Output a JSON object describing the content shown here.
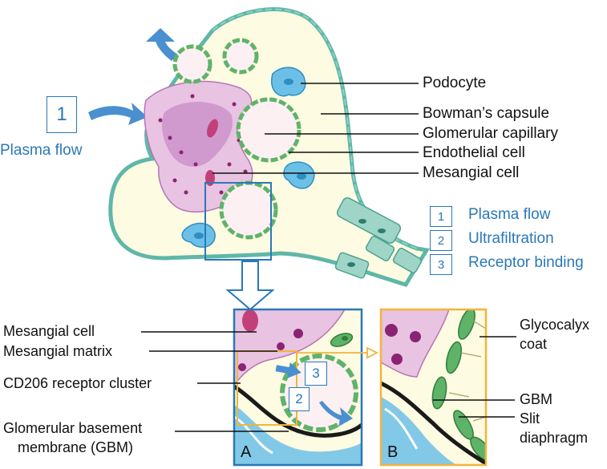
{
  "top_labels": {
    "podocyte": "Podocyte",
    "bowmans_capsule": "Bowman’s capsule",
    "glomerular_capillary": "Glomerular capillary",
    "endothelial_cell": "Endothelial cell",
    "mesangial_cell": "Mesangial cell"
  },
  "plasma_flow": {
    "number": "1",
    "label": "Plasma flow"
  },
  "legend": [
    {
      "number": "1",
      "label": "Plasma flow"
    },
    {
      "number": "2",
      "label": "Ultrafiltration"
    },
    {
      "number": "3",
      "label": "Receptor binding"
    }
  ],
  "panel_a": {
    "letter": "A",
    "labels": {
      "mesangial_cell": "Mesangial cell",
      "mesangial_matrix": "Mesangial matrix",
      "cd206": "CD206 receptor cluster",
      "gbm_line1": "Glomerular basement",
      "gbm_line2": "membrane (GBM)"
    },
    "box_numbers": [
      "3",
      "2"
    ]
  },
  "panel_b": {
    "letter": "B",
    "labels": {
      "glycocalyx_line1": "Glycocalyx",
      "glycocalyx_line2": "coat",
      "gbm": "GBM",
      "slit_line1": "Slit",
      "slit_line2": "diaphragm"
    }
  },
  "colors": {
    "accent_blue": "#2a78b8",
    "arrow_blue": "#4a8fd0",
    "capsule_teal": "#5fb7a8",
    "capsule_fill": "#fdfbe1",
    "mesangium": "#c98cc8",
    "mesangium_light": "#e8c3e2",
    "endothelium_green": "#5fb368",
    "podocyte_blue": "#6cc0e8",
    "panel_b_border": "#f2b43c",
    "gbm_dark": "#1a1a1a"
  }
}
